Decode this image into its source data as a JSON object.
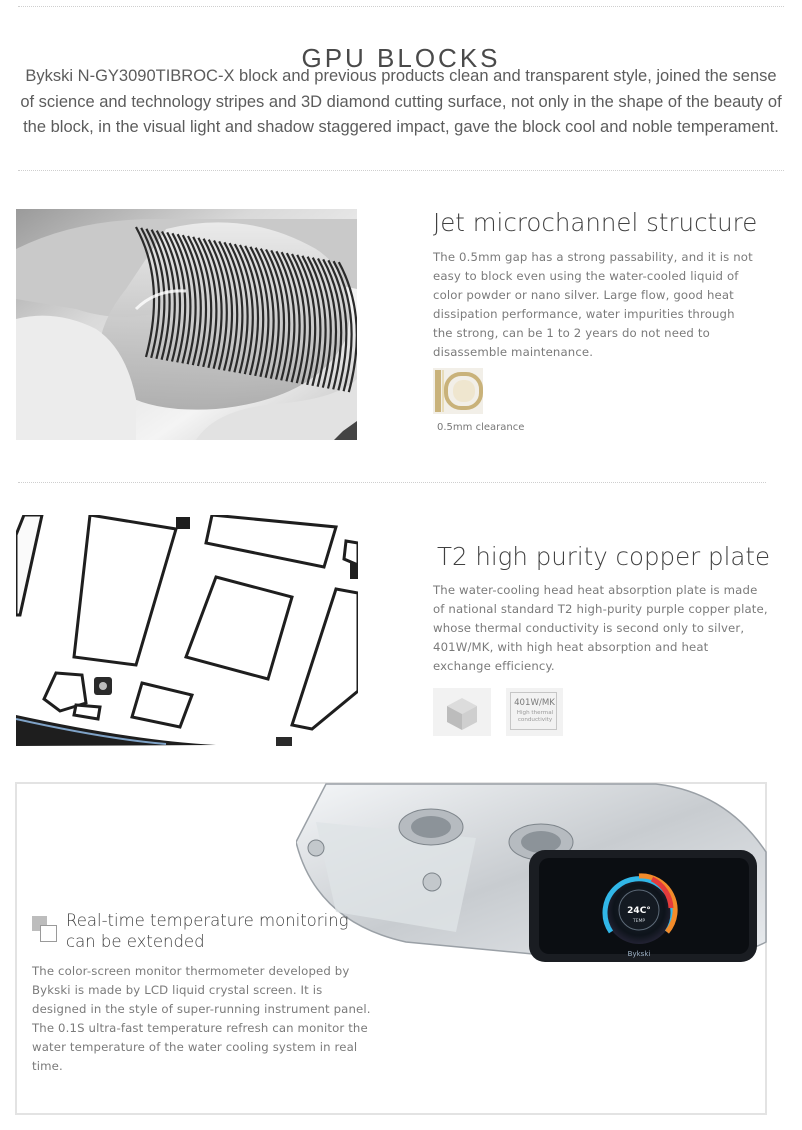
{
  "header": {
    "title": "GPU BLOCKS",
    "intro": "Bykski N-GY3090TIBROC-X block and previous products clean and transparent style, joined the sense of science and technology stripes and 3D diamond cutting surface, not only in the shape of the beauty of the block, in the visual light and shadow staggered impact, gave the block cool and noble temperament."
  },
  "features": [
    {
      "title": "Jet microchannel structure",
      "body": "The 0.5mm gap has a strong passability, and it is not easy to block even using the water-cooled liquid of color powder or nano silver. Large flow, good heat dissipation performance, water impurities through the strong, can be 1 to 2 years do not need to disassemble maintenance.",
      "badge_caption": "0.5mm clearance"
    },
    {
      "title": "T2 high purity copper plate",
      "body": "The water-cooling head heat absorption plate is made of national standard T2 high-purity purple copper plate, whose thermal conductivity is second only to silver, 401W/MK, with high heat absorption and heat exchange efficiency.",
      "badge_value": "401W/MK",
      "badge_caption": "High thermal conductivity"
    },
    {
      "title": "Real-time temperature monitoring can be extended",
      "body": "The color-screen monitor thermometer developed by Bykski is made by LCD liquid crystal screen. It is designed in the style of super-running instrument panel. The 0.1S ultra-fast temperature refresh can monitor the water temperature of the water cooling system in real time.",
      "display_temp": "24C°",
      "display_label": "TEMP",
      "brand": "Bykski"
    }
  ]
}
